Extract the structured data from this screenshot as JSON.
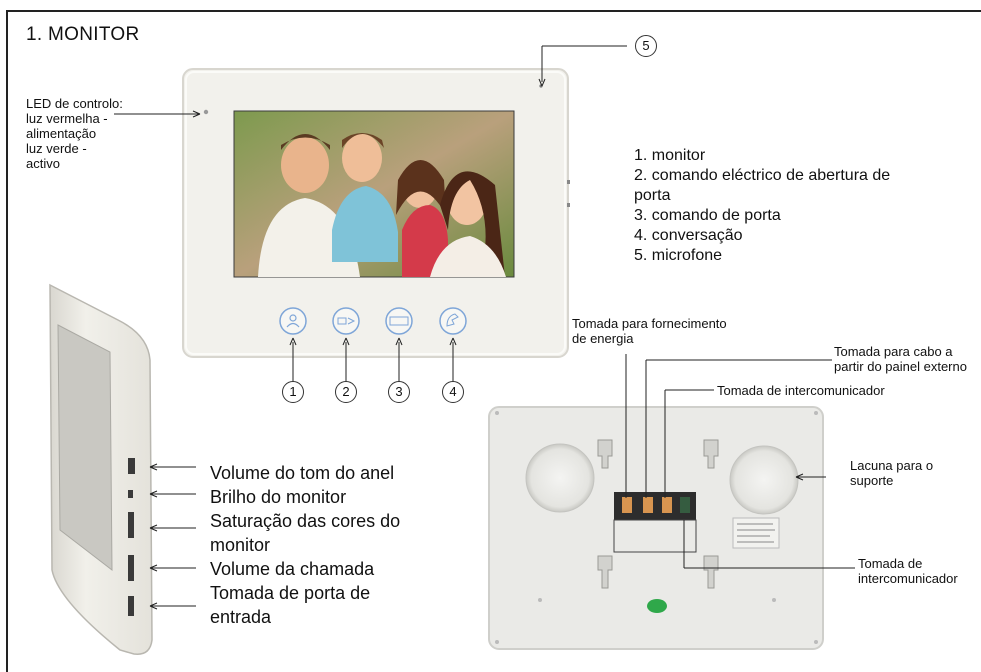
{
  "title": "1. MONITOR",
  "led_label": [
    "LED de controlo:",
    "luz vermelha -",
    "alimentação",
    "luz verde -",
    "activo"
  ],
  "legend": [
    "1. monitor",
    "2. comando eléctrico de abertura de",
    "porta",
    "3. comando de porta",
    "4. conversação",
    "5. microfone"
  ],
  "callout_numbers": [
    "1",
    "2",
    "3",
    "4",
    "5"
  ],
  "side_labels": [
    "Volume do tom do anel",
    "Brilho do monitor",
    "Saturação das cores do",
    "monitor",
    "Volume da chamada",
    "Tomada de porta de",
    "entrada"
  ],
  "back_labels": {
    "power_socket": [
      "Tomada para fornecimento",
      "de energia"
    ],
    "external_cable": [
      "Tomada para cabo a",
      "partir do painel externo"
    ],
    "intercom_socket": "Tomada de intercomunicador",
    "bracket_gap": [
      "Lacuna para o",
      "suporte"
    ],
    "intercom_socket_2": [
      "Tomada de",
      "intercomunicador"
    ]
  },
  "colors": {
    "device_body": "#f2f1ec",
    "device_edge": "#d8d6cf",
    "button_blue": "#7fa6d8",
    "led_green": "#2fa84a"
  }
}
